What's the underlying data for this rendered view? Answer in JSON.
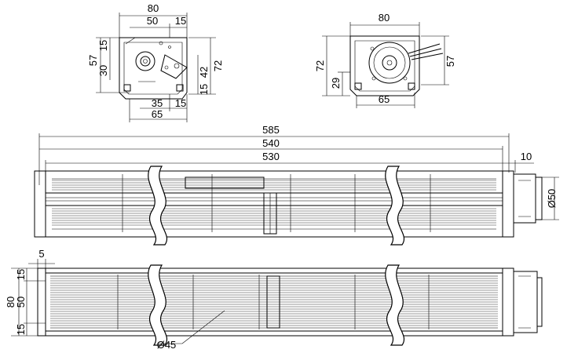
{
  "front_view_left": {
    "d_80": "80",
    "d_50": "50",
    "d_15_top": "15",
    "d_15_left": "15",
    "d_30": "30",
    "d_57": "57",
    "d_42": "42",
    "d_72": "72",
    "d_15_right": "15",
    "d_35": "35",
    "d_15_bottom": "15",
    "d_65": "65"
  },
  "front_view_right": {
    "d_80": "80",
    "d_72": "72",
    "d_29": "29",
    "d_57": "57",
    "d_65": "65"
  },
  "side_view": {
    "d_585": "585",
    "d_540": "540",
    "d_530": "530",
    "d_10": "10",
    "d_dia50": "Ø50"
  },
  "top_view": {
    "d_5": "5",
    "d_80": "80",
    "d_15_a": "15",
    "d_50": "50",
    "d_15_b": "15",
    "d_dia45": "Ø45"
  }
}
